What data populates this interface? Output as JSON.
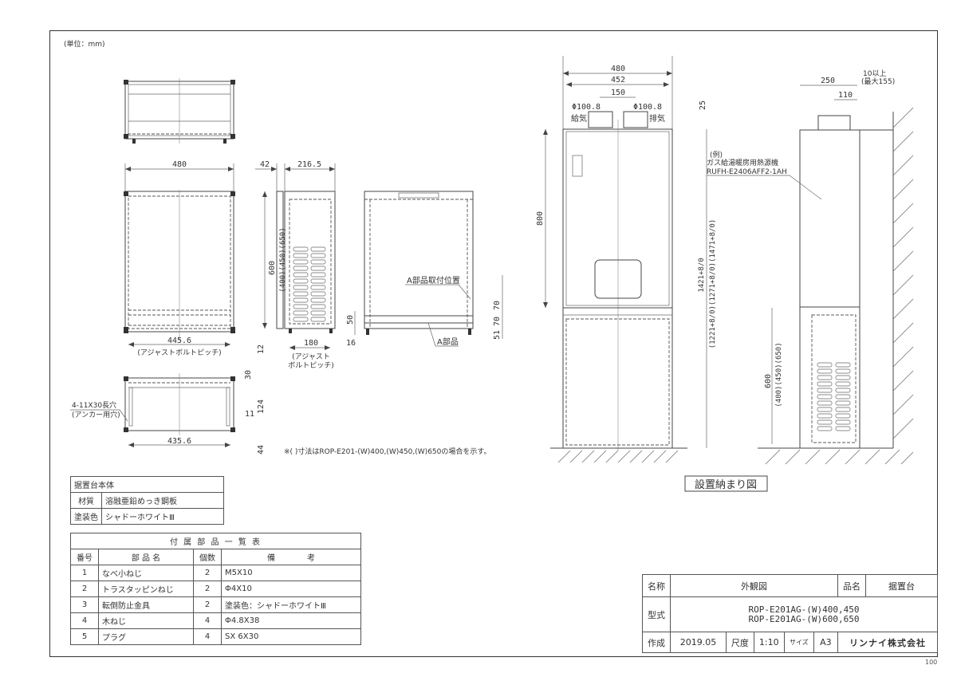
{
  "unit_label": "(単位：mm)",
  "base_spec_table": {
    "title": "据置台本体",
    "rows": [
      {
        "label": "材質",
        "value": "溶融亜鉛めっき鋼板"
      },
      {
        "label": "塗装色",
        "value": "シャドーホワイトⅢ"
      }
    ]
  },
  "parts_table": {
    "title": "付 属 部 品 一 覧 表",
    "headers": {
      "no": "番号",
      "name": "部 品 名",
      "qty": "個数",
      "remarks": "備　　　　考"
    },
    "rows": [
      {
        "no": "1",
        "name": "なべ小ねじ",
        "qty": "2",
        "remarks": "M5X10"
      },
      {
        "no": "2",
        "name": "トラスタッピンねじ",
        "qty": "2",
        "remarks": "Φ4X10"
      },
      {
        "no": "3",
        "name": "転倒防止金具",
        "qty": "2",
        "remarks": "塗装色：シャドーホワイトⅢ"
      },
      {
        "no": "4",
        "name": "木ねじ",
        "qty": "4",
        "remarks": "Φ4.8X38"
      },
      {
        "no": "5",
        "name": "プラグ",
        "qty": "4",
        "remarks": "SX 6X30"
      }
    ]
  },
  "title_block": {
    "name_label": "名称",
    "name_value": "外観図",
    "product_label": "品名",
    "product_value": "据置台",
    "model_label": "型式",
    "model_line1": "ROP-E201AG-(W)400,450",
    "model_line2": "ROP-E201AG-(W)600,650",
    "created_label": "作成",
    "created_value": "2019.05",
    "scale_label": "尺度",
    "scale_value": "1:10",
    "size_label": "サイズ",
    "size_value": "A3",
    "company": "リンナイ株式会社",
    "sheet_no": "100"
  },
  "dimensions": {
    "front_width": "480",
    "front_pitch": "445.6",
    "pitch_label": "(アジャストボルトピッチ)",
    "side_offset": "42",
    "side_depth": "216.5",
    "height_main": "600",
    "height_alt": "(400)(450)(650)",
    "foot_height": "12",
    "side_pitch": "180",
    "side_foot": "16",
    "side_pitch_label1": "(アジャスト",
    "side_pitch_label2": "ボルトピッチ)",
    "a_part_position": "A部品取付位置",
    "a_part": "A部品",
    "dim_50": "50",
    "dim_70a": "70",
    "dim_70b": "70",
    "dim_51": "51",
    "top_30": "30",
    "top_11": "11",
    "top_124": "124",
    "top_44": "44",
    "top_pitch": "435.6",
    "anchor_label1": "4-11X30長穴",
    "anchor_label2": "(アンカー用穴)",
    "footnote": "※( )寸法はROP-E201-(W)400,(W)450,(W)650の場合を示す。"
  },
  "install_view": {
    "w480": "480",
    "w452": "452",
    "w150": "150",
    "phi_left": "Φ100.8",
    "phi_right": "Φ100.8",
    "intake": "給気",
    "exhaust": "排気",
    "d25": "25",
    "h800": "800",
    "total_height": "1421+8/0",
    "total_alt": "(1221+8/0)(1271+8/0)(1471+8/0)",
    "example_label": "(例)",
    "example_name": "ガス給湯暖房用熱源機",
    "example_model": "RUFH-E2406AFF2-1AH",
    "side_250": "250",
    "side_110": "110",
    "clearance1": "10以上",
    "clearance2": "(最大155)",
    "side_h600": "600",
    "side_h_alt": "(400)(450)(650)",
    "caption": "設置納まり図"
  }
}
